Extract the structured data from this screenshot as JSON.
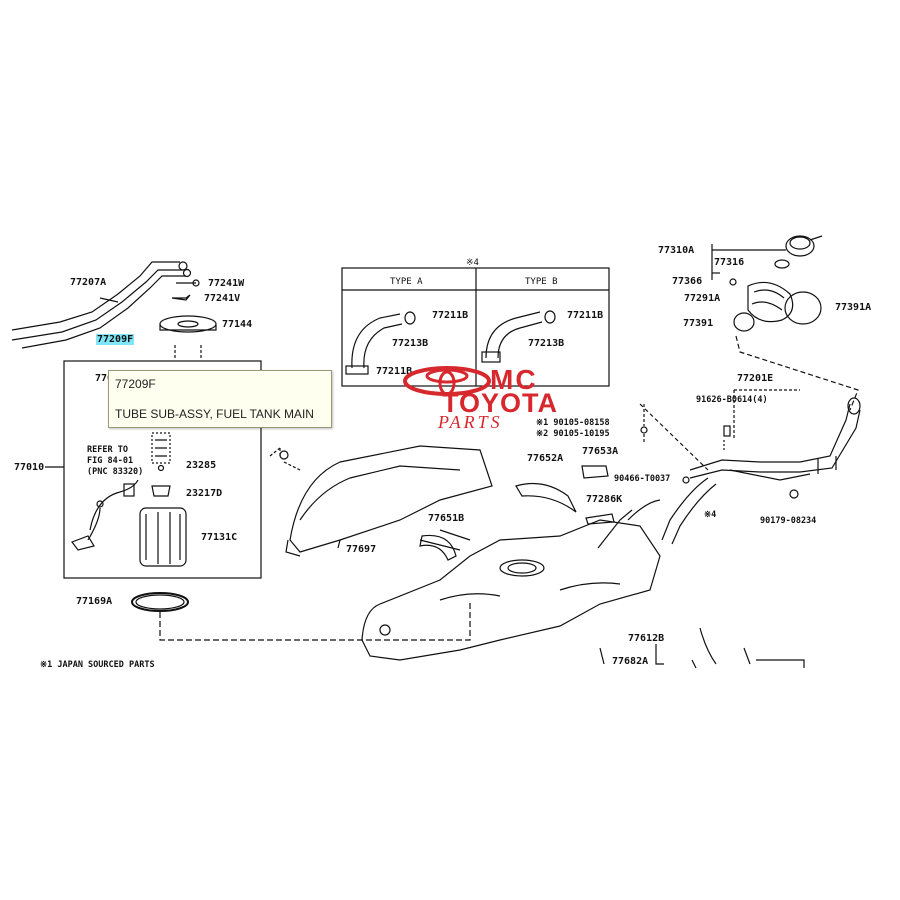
{
  "tooltip": {
    "part_no": "77209F",
    "description": "TUBE SUB-ASSY, FUEL TANK MAIN"
  },
  "logo": {
    "line1": "MC",
    "line2": "TOYOTA",
    "line3": "PARTS"
  },
  "footnote": "※1 JAPAN SOURCED PARTS",
  "box_mark": "※4",
  "inset": {
    "type_a": "TYPE A",
    "type_b": "TYPE B"
  },
  "labels": {
    "p77207A": "77207A",
    "p77241W": "77241W",
    "p77241V": "77241V",
    "p77144": "77144",
    "p77209F": "77209F",
    "p7701": "7701",
    "p77010": "77010",
    "refer1": "REFER TO",
    "refer2": "FIG 84-01",
    "refer3": "(PNC 83320)",
    "p23285": "23285",
    "p23217D": "23217D",
    "p77131C": "77131C",
    "p77169A": "77169A",
    "a77211B": "77211B",
    "a77213B": "77213B",
    "a77211": "77211B",
    "b77211B": "77211B",
    "b77213B": "77213B",
    "p77697": "77697",
    "p77652A": "77652A",
    "p77653A": "77653A",
    "p77286K": "77286K",
    "p77651B": "77651B",
    "p90105a": "※1 90105-08158",
    "p90105b": "※2 90105-10195",
    "p90466": "90466-T0037",
    "p90179": "90179-08234",
    "mark4b": "※4",
    "p77310A": "77310A",
    "p77316": "77316",
    "p77366": "77366",
    "p77291A": "77291A",
    "p77391A": "77391A",
    "p77391": "77391",
    "p77201E": "77201E",
    "p91626": "91626-B0614(4)",
    "p77612B": "77612B",
    "p77682A": "77682A"
  },
  "colors": {
    "line": "#111111",
    "logo_red": "#d7282e",
    "highlight": "#7fe5f7",
    "tooltip_bg": "#fffff0"
  }
}
